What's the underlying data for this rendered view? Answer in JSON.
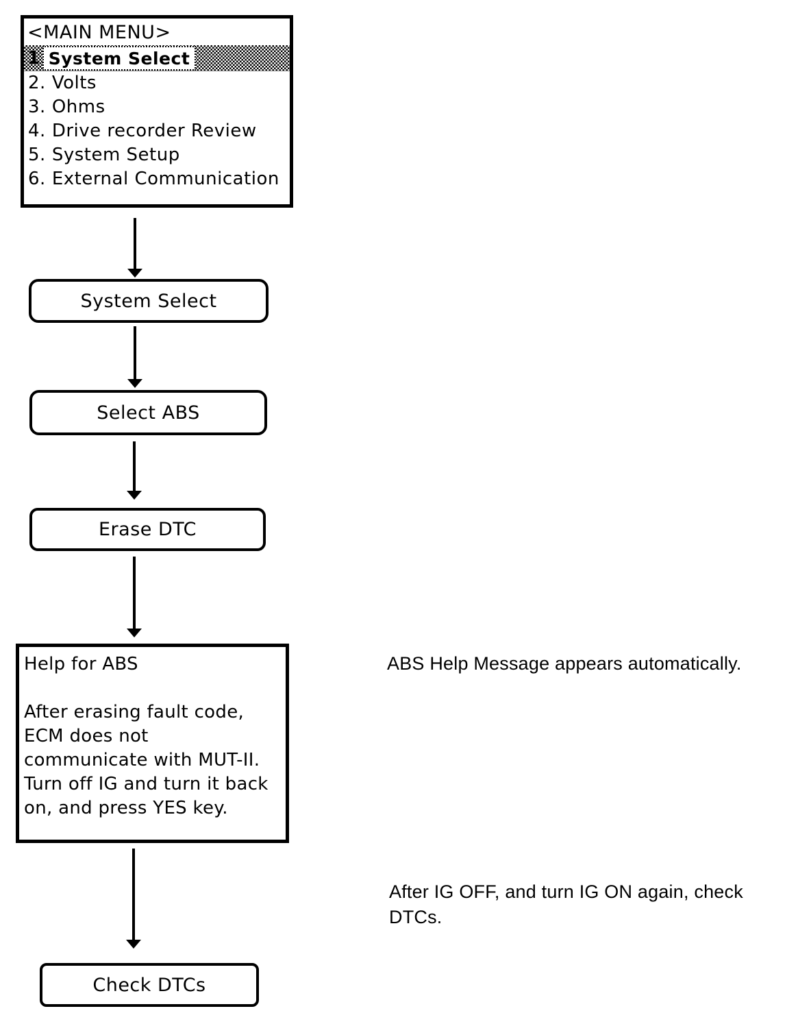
{
  "menu": {
    "title": "<MAIN MENU>",
    "items": [
      {
        "number": "1.",
        "label": "System Select"
      },
      {
        "number": "2.",
        "label": "Volts"
      },
      {
        "number": "3.",
        "label": "Ohms"
      },
      {
        "number": "4.",
        "label": "Drive recorder Review"
      },
      {
        "number": "5.",
        "label": "System Setup"
      },
      {
        "number": "6.",
        "label": "External Communication"
      }
    ],
    "selected_index": 0
  },
  "steps": {
    "system_select": "System Select",
    "select_abs": "Select ABS",
    "erase_dtc": "Erase DTC",
    "check_dtcs": "Check DTCs"
  },
  "help_screen": {
    "title": "Help for ABS",
    "body": "After erasing fault code,\nECM does not\ncommunicate with MUT-II.\nTurn off IG and turn it back\non, and press YES key."
  },
  "annotations": {
    "help_note": "ABS Help Message appears automatically.",
    "check_note": "After IG OFF, and turn IG ON again, check DTCs."
  },
  "colors": {
    "ink": "#000000",
    "paper": "#ffffff"
  }
}
